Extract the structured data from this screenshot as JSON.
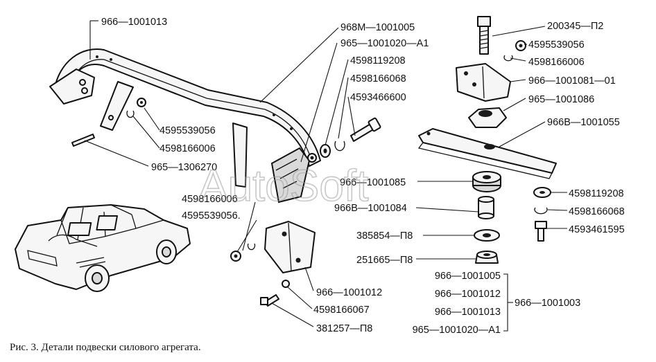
{
  "caption": "Рис. 3. Детали подвески силового агрегата.",
  "watermark": "AutoSoft",
  "labels": {
    "l01": "966—1001013",
    "l02": "968М—1001005",
    "l03": "965—1001020—А1",
    "l04": "4598119208",
    "l05": "4598166068",
    "l06": "4593466600",
    "l07": "200345—П2",
    "l08": "4595539056",
    "l09": "4598166006",
    "l10": "966—1001081—01",
    "l11": "965—1001086",
    "l12": "966В—1001055",
    "l13": "4595539056",
    "l14": "4598166006",
    "l15": "965—1306270",
    "l16": "966—1001085",
    "l17": "966В—1001084",
    "l18": "4598119208",
    "l19": "4598166068",
    "l20": "4593461595",
    "l21": "385854—П8",
    "l22": "251665—П8",
    "l23": "4598166006",
    "l24": "4595539056.",
    "l25": "966—1001012",
    "l26": "4598166067",
    "l27": "381257—П8"
  },
  "assembly": {
    "items": [
      "966—1001005",
      "966—1001012",
      "966—1001013",
      "965—1001020—А1"
    ],
    "result": "966—1001003"
  }
}
